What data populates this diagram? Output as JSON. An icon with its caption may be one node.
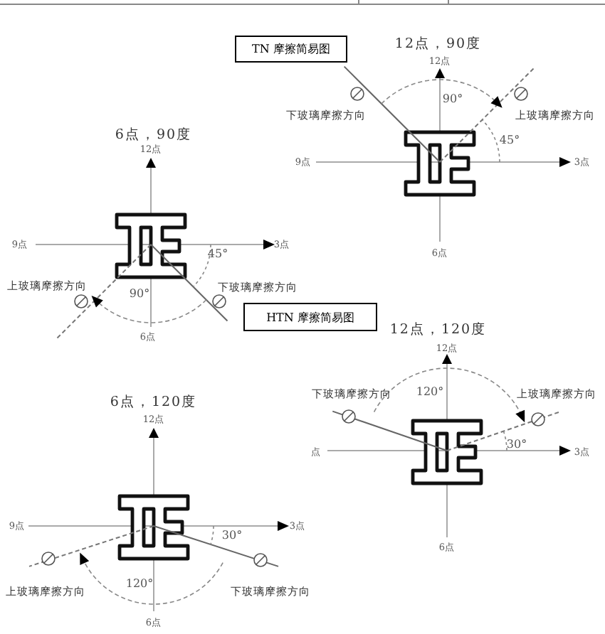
{
  "diagram": {
    "nodes": [
      {
        "text": [
          "TN 摩擦简易图"
        ]
      },
      {
        "text": [
          "HTN 摩擦简易图"
        ]
      }
    ],
    "labels": [
      "12点，90度",
      "12点",
      "下玻璃摩擦方向",
      "90°",
      "上玻璃摩擦方向",
      "45°",
      "9点",
      "3点",
      "6点",
      "6点，90度",
      "12点",
      "9点",
      "3点",
      "45°",
      "上玻璃摩擦方向",
      "下玻璃摩擦方向",
      "90°",
      "6点",
      "12点，120度",
      "12点",
      "下玻璃摩擦方向",
      "120°",
      "上玻璃摩擦方向",
      "点",
      "30°",
      "3点",
      "6点",
      "6点，120度",
      "12点",
      "9点",
      "3点",
      "30°",
      "120°",
      "上玻璃摩擦方向",
      "下玻璃摩擦方向",
      "6点"
    ]
  }
}
